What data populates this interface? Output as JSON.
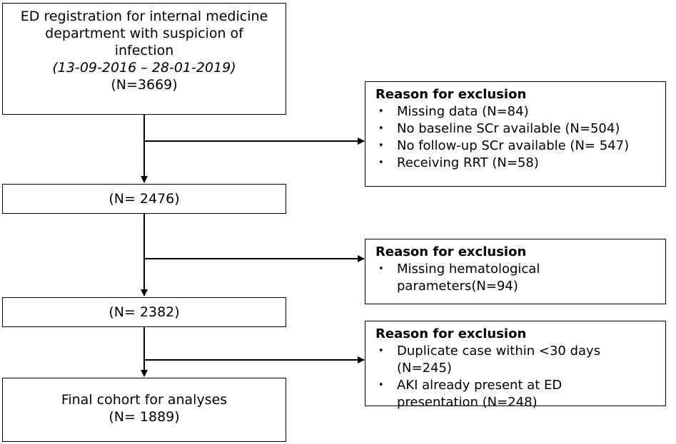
{
  "stages": [
    {
      "lines": [
        "ED registration for internal medicine",
        "department with suspicion of",
        "infection",
        "(13-09-2016 – 28-01-2019)",
        "(N=3669)"
      ]
    },
    {
      "lines": [
        "(N= 2476)"
      ]
    },
    {
      "lines": [
        "(N= 2382)"
      ]
    },
    {
      "lines": [
        "Final cohort for analyses",
        "(N= 1889)"
      ]
    }
  ],
  "exclusions": [
    {
      "title": "Reason for exclusion",
      "items": [
        "Missing data (N=84)",
        "No baseline SCr available (N=504)",
        "No follow-up SCr available (N= 547)",
        "Receiving RRT (N=58)"
      ]
    },
    {
      "title": "Reason for exclusion",
      "items": [
        "Missing hematological parameters(N=94)"
      ]
    },
    {
      "title": "Reason for exclusion",
      "items": [
        "Duplicate case within <30 days (N=245)",
        "AKI already present at ED presentation (N=248)"
      ]
    }
  ]
}
